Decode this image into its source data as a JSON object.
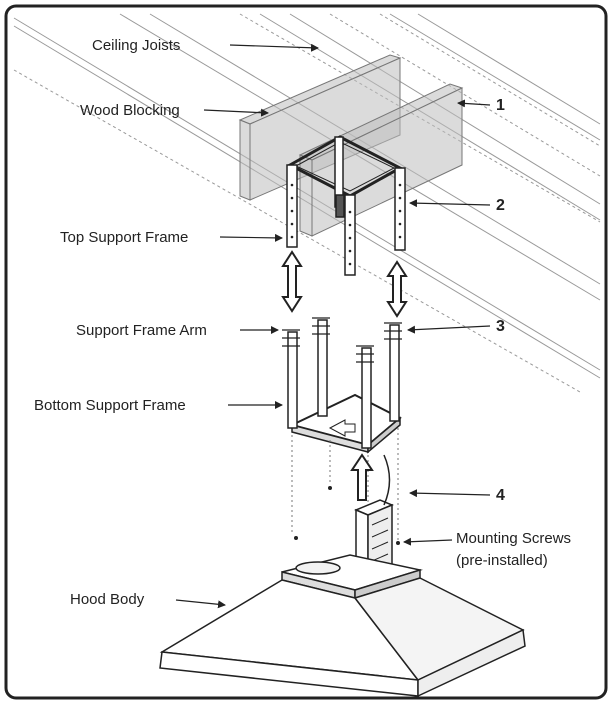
{
  "labels": {
    "ceiling_joists": "Ceiling Joists",
    "wood_blocking": "Wood Blocking",
    "top_support_frame": "Top Support Frame",
    "support_frame_arm": "Support Frame Arm",
    "bottom_support_frame": "Bottom Support Frame",
    "hood_body": "Hood Body",
    "mounting_screws_line1": "Mounting Screws",
    "mounting_screws_line2": "(pre-installed)"
  },
  "callouts": {
    "one": "1",
    "two": "2",
    "three": "3",
    "four": "4"
  }
}
